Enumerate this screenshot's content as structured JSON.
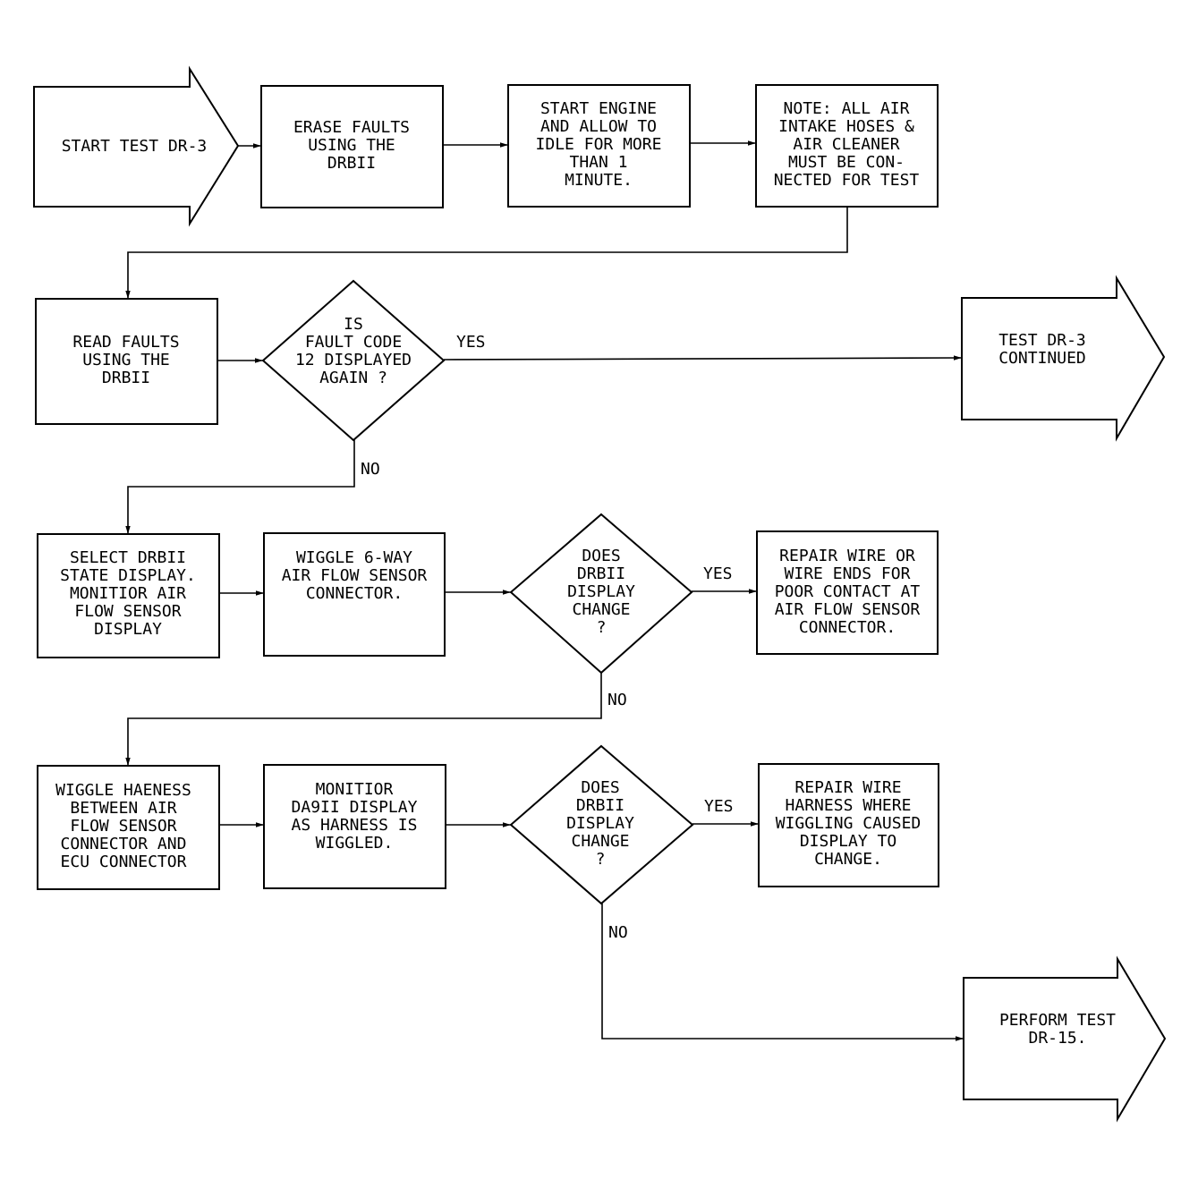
{
  "nodes": {
    "start": {
      "lines": [
        "START TEST DR-3"
      ]
    },
    "erase": {
      "lines": [
        "ERASE FAULTS",
        "USING THE",
        "DRBII"
      ]
    },
    "start_engine": {
      "lines": [
        "START ENGINE",
        "AND ALLOW TO",
        "IDLE FOR MORE",
        "THAN 1",
        "MINUTE."
      ]
    },
    "note": {
      "lines": [
        "NOTE: ALL AIR",
        "INTAKE HOSES &",
        "AIR CLEANER",
        "MUST BE CON-",
        "NECTED FOR TEST"
      ]
    },
    "read_faults": {
      "lines": [
        "READ FAULTS",
        "USING THE",
        "DRBII"
      ]
    },
    "d1": {
      "lines": [
        "IS",
        "FAULT CODE",
        "12 DISPLAYED",
        "AGAIN ?"
      ]
    },
    "continued": {
      "lines": [
        "TEST DR-3",
        "CONTINUED"
      ]
    },
    "select": {
      "lines": [
        "SELECT DRBII",
        "STATE DISPLAY.",
        "MONITIOR AIR",
        "FLOW SENSOR",
        "DISPLAY"
      ]
    },
    "wiggle6": {
      "lines": [
        "WIGGLE 6-WAY",
        "AIR FLOW SENSOR",
        "CONNECTOR."
      ]
    },
    "d2": {
      "lines": [
        "DOES",
        "DRBII",
        "DISPLAY",
        "CHANGE",
        "?"
      ]
    },
    "repair1": {
      "lines": [
        "REPAIR WIRE OR",
        "WIRE ENDS FOR",
        "POOR CONTACT AT",
        "AIR FLOW SENSOR",
        "CONNECTOR."
      ]
    },
    "wiggle_h": {
      "lines": [
        "WIGGLE HAENESS",
        "BETWEEN AIR",
        "FLOW SENSOR",
        "CONNECTOR AND",
        "ECU CONNECTOR"
      ]
    },
    "monitor": {
      "lines": [
        "MONITIOR",
        "DA9II DISPLAY",
        "AS HARNESS IS",
        "WIGGLED."
      ]
    },
    "d3": {
      "lines": [
        "DOES",
        "DRBII",
        "DISPLAY",
        "CHANGE",
        "?"
      ]
    },
    "repair2": {
      "lines": [
        "REPAIR WIRE",
        "HARNESS WHERE",
        "WIGGLING CAUSED",
        "DISPLAY TO",
        "CHANGE."
      ]
    },
    "perform": {
      "lines": [
        "PERFORM TEST",
        "DR-15."
      ]
    }
  },
  "edges": {
    "d1_yes": "YES",
    "d1_no": "NO",
    "d2_yes": "YES",
    "d2_no": "NO",
    "d3_yes": "YES",
    "d3_no": "NO"
  }
}
